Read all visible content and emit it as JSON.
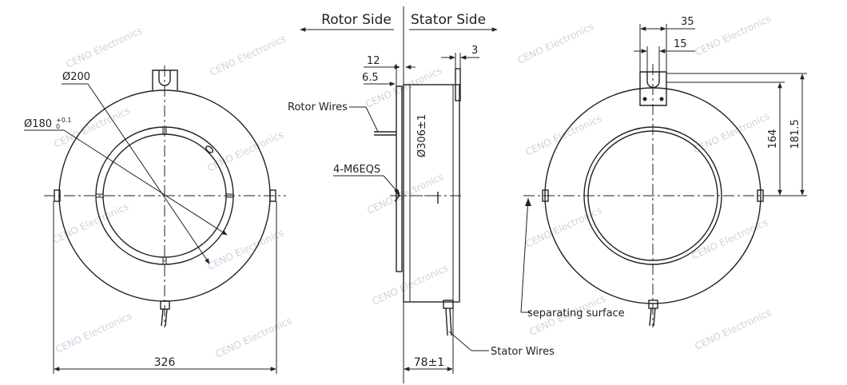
{
  "side_labels": {
    "rotor_side": "Rotor Side",
    "stator_side": "Stator Side"
  },
  "front_view": {
    "dia_outer": "Ø200",
    "dia_inner": "Ø180",
    "dia_inner_tol_upper": "+0.1",
    "dia_inner_tol_lower": "0",
    "width": "326"
  },
  "side_view": {
    "dim_12": "12",
    "dim_6_5": "6.5",
    "dim_3": "3",
    "rotor_wires": "Rotor Wires",
    "thread": "4-M6EQS",
    "dia_306": "Ø306±1",
    "length": "78±1",
    "stator_wires": "Stator Wires"
  },
  "rear_view": {
    "dim_35": "35",
    "dim_15": "15",
    "dim_164": "164",
    "dim_181_5": "181.5",
    "separating_surface": "separating surface"
  },
  "watermark": "CENO Electronics"
}
